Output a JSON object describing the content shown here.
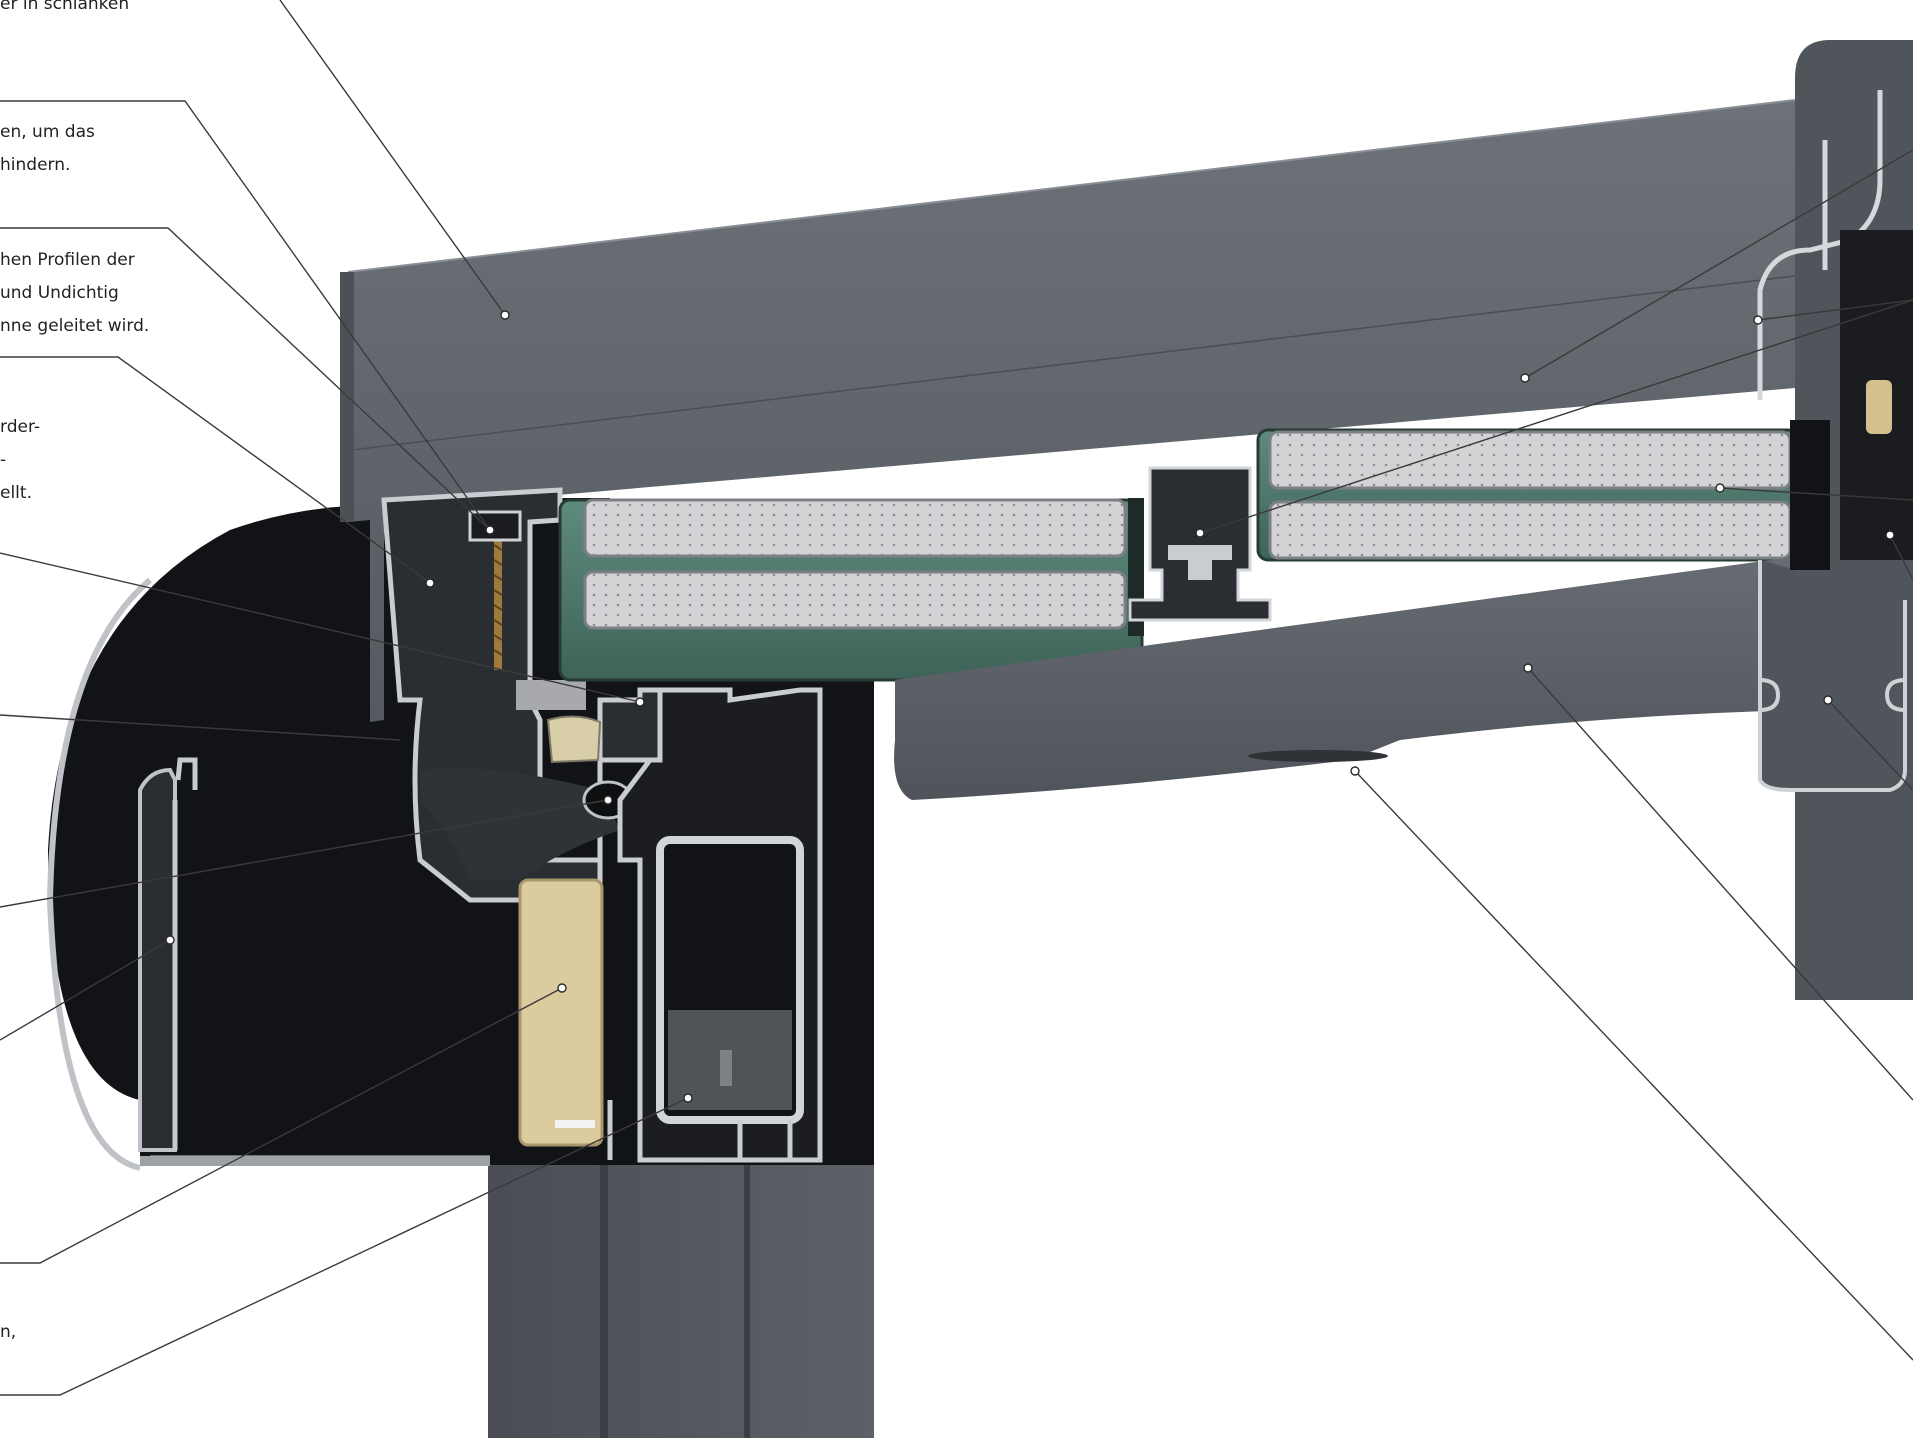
{
  "colors": {
    "background": "#ffffff",
    "profile_gray": "#5f646b",
    "profile_dark": "#3a3e44",
    "interior_black": "#121316",
    "glass_green": "#4f7a6e",
    "spacer_silver": "#d6d6d8",
    "insulation_beige": "#d9c79e",
    "leader_line": "#3a3a3a"
  },
  "callouts": [
    {
      "id": "c1",
      "lines": [
        "er in schlanken"
      ]
    },
    {
      "id": "c2",
      "lines": [
        "en, um das",
        "hindern."
      ]
    },
    {
      "id": "c3",
      "lines": [
        "hen Profilen der",
        "und Undichtig",
        "nne geleitet wird."
      ]
    },
    {
      "id": "c4",
      "lines": [
        "rder-",
        "-",
        "ellt."
      ]
    },
    {
      "id": "c5",
      "lines": []
    },
    {
      "id": "c6",
      "lines": []
    },
    {
      "id": "c7",
      "lines": []
    },
    {
      "id": "c8",
      "lines": []
    },
    {
      "id": "c9",
      "lines": []
    },
    {
      "id": "c10",
      "lines": [
        "n,"
      ]
    }
  ]
}
